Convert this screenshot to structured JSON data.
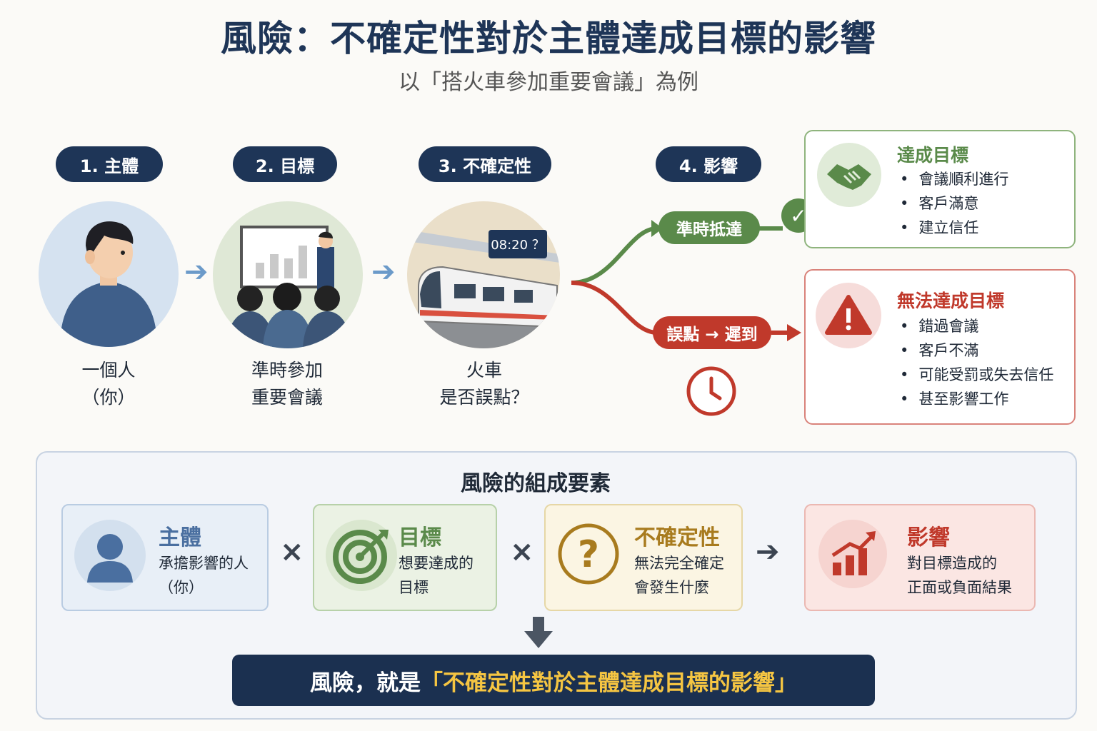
{
  "title": "風險：不確定性對於主體達成目標的影響",
  "subtitle": "以「搭火車參加重要會議」為例",
  "steps": [
    {
      "label": "1. 主體",
      "caption_line1": "一個人",
      "caption_line2": "（你）"
    },
    {
      "label": "2. 目標",
      "caption_line1": "準時參加",
      "caption_line2": "重要會議"
    },
    {
      "label": "3. 不確定性",
      "caption_line1": "火車",
      "caption_line2": "是否誤點？"
    },
    {
      "label": "4. 影響"
    }
  ],
  "train_sign": "08:20 ？",
  "outcomes": {
    "good_label": "準時抵達",
    "bad_label": "誤點 → 遲到"
  },
  "success_box": {
    "title": "達成目標",
    "items": [
      "會議順利進行",
      "客戶滿意",
      "建立信任"
    ]
  },
  "fail_box": {
    "title": "無法達成目標",
    "items": [
      "錯過會議",
      "客戶不滿",
      "可能受罰或失去信任",
      "甚至影響工作"
    ]
  },
  "components": {
    "title": "風險的組成要素",
    "cards": [
      {
        "title": "主體",
        "desc1": "承擔影響的人",
        "desc2": "（你）"
      },
      {
        "title": "目標",
        "desc1": "想要達成的",
        "desc2": "目標"
      },
      {
        "title": "不確定性",
        "desc1": "無法完全確定",
        "desc2": "會發生什麼"
      },
      {
        "title": "影響",
        "desc1": "對目標造成的",
        "desc2": "正面或負面結果"
      }
    ],
    "op_times": "×",
    "op_arrow": "➔"
  },
  "banner": {
    "prefix": "風險，就是",
    "highlight": "「不確定性對於主體達成目標的影響」"
  },
  "colors": {
    "navy": "#1e3557",
    "green": "#5a8a4a",
    "red": "#c0392b",
    "gold": "#a87b1e",
    "blue": "#4a6fa0"
  }
}
